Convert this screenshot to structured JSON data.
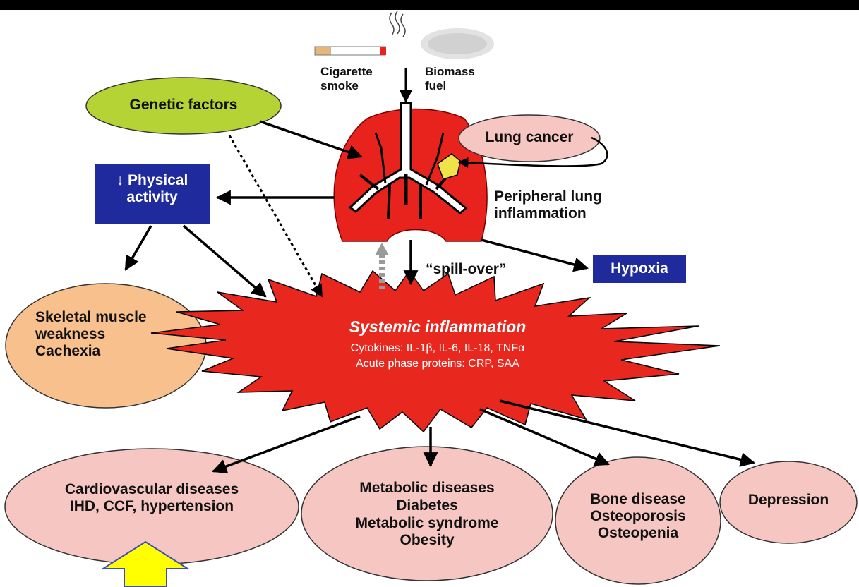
{
  "diagram": {
    "sources": {
      "cigarette": "Cigarette\nsmoke",
      "biomass": "Biomass\nfuel"
    },
    "genetic_factors": "Genetic factors",
    "physical_activity": "↓ Physical\nactivity",
    "lung_cancer": "Lung cancer",
    "peripheral_inflammation": "Peripheral lung\ninflammation",
    "spill_over": "“spill-over”",
    "hypoxia": "Hypoxia",
    "skeletal": "Skeletal muscle\nweakness\nCachexia",
    "systemic": {
      "title": "Systemic inflammation",
      "cytokines": "Cytokines: IL-1β, IL-6, IL-18, TNFα",
      "proteins": "Acute phase proteins: CRP, SAA"
    },
    "outcomes": {
      "cardio": "Cardiovascular diseases\nIHD, CCF, hypertension",
      "metabolic": "Metabolic diseases\nDiabetes\nMetabolic syndrome\nObesity",
      "bone": "Bone disease\nOsteoporosis\nOsteopenia",
      "depression": "Depression"
    }
  },
  "colors": {
    "lung_red": "#e8231d",
    "starburst_red": "#e8281e",
    "genetic_fill": "#b5d334",
    "node_blue": "#1f2a9c",
    "skeletal_fill": "#f7c08c",
    "pink_fill": "#f6c6c2",
    "highlight_yellow": "#ffff00"
  }
}
